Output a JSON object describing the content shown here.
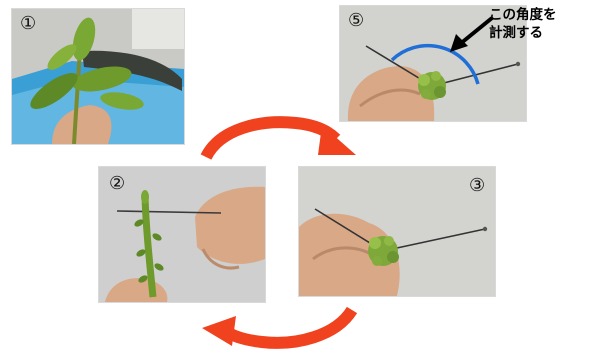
{
  "steps": [
    {
      "label": "①"
    },
    {
      "label": "②"
    },
    {
      "label": "③"
    },
    {
      "label": "⑤"
    }
  ],
  "annotation": {
    "line1": "この角度を",
    "line2": "計測する"
  },
  "colors": {
    "cycle_arrow": "#f0421e",
    "angle_arc": "#1f6fd6",
    "pointer_arrow": "#000000",
    "basin": "#3a9fd4",
    "leaf": "#6f9a2c",
    "skin": "#d9a886",
    "photo_background": "#cfcfcf"
  },
  "icons": {
    "cycle_arrow_top": "curved-arrow-right",
    "cycle_arrow_bottom": "curved-arrow-left",
    "pointer": "black-arrow-pointing-to-arc"
  }
}
